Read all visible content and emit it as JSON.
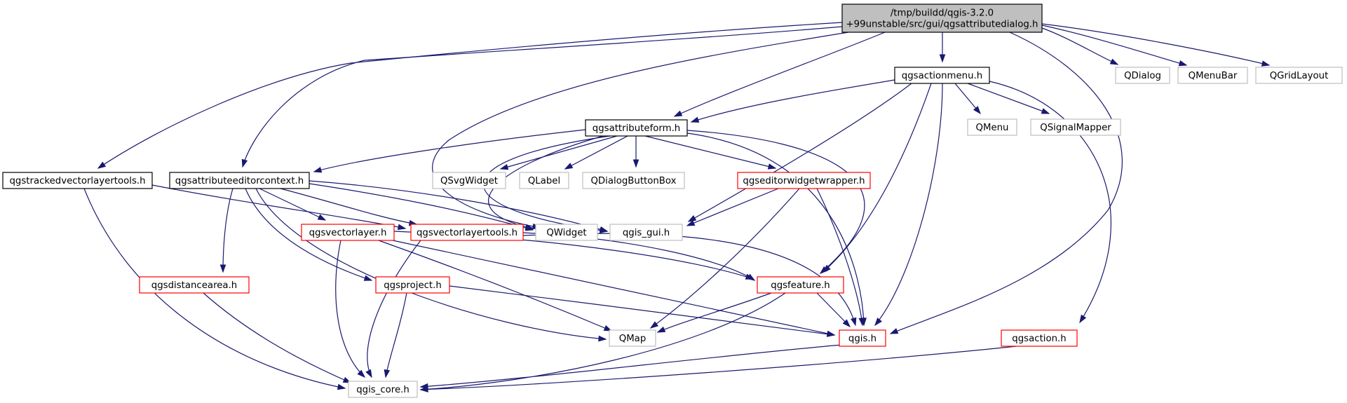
{
  "graph": {
    "colors": {
      "edge": "#191970",
      "root_fill": "#bfbfbf",
      "border_black": "#000000",
      "border_red": "#ff0000",
      "border_gray": "#bfbfbf"
    },
    "nodes": [
      {
        "id": "root",
        "lines": [
          "/tmp/buildd/qgis-3.2.0",
          "+99unstable/src/gui/qgsattributedialog.h"
        ],
        "style": "root"
      },
      {
        "id": "actionmenu",
        "lines": [
          "qgsactionmenu.h"
        ],
        "style": "black"
      },
      {
        "id": "qdialog",
        "lines": [
          "QDialog"
        ],
        "style": "gray"
      },
      {
        "id": "qmenubar",
        "lines": [
          "QMenuBar"
        ],
        "style": "gray"
      },
      {
        "id": "qgridlayout",
        "lines": [
          "QGridLayout"
        ],
        "style": "gray"
      },
      {
        "id": "attributeform",
        "lines": [
          "qgsattributeform.h"
        ],
        "style": "black"
      },
      {
        "id": "qmenu",
        "lines": [
          "QMenu"
        ],
        "style": "gray"
      },
      {
        "id": "qsignalmapper",
        "lines": [
          "QSignalMapper"
        ],
        "style": "gray"
      },
      {
        "id": "trackedvlt",
        "lines": [
          "qgstrackedvectorlayertools.h"
        ],
        "style": "black"
      },
      {
        "id": "editorcontext",
        "lines": [
          "qgsattributeeditorcontext.h"
        ],
        "style": "black"
      },
      {
        "id": "qsvgwidget",
        "lines": [
          "QSvgWidget"
        ],
        "style": "gray"
      },
      {
        "id": "qlabel",
        "lines": [
          "QLabel"
        ],
        "style": "gray"
      },
      {
        "id": "qdialogbuttonbox",
        "lines": [
          "QDialogButtonBox"
        ],
        "style": "gray"
      },
      {
        "id": "editorwidgetwrapper",
        "lines": [
          "qgseditorwidgetwrapper.h"
        ],
        "style": "red"
      },
      {
        "id": "vectorlayer",
        "lines": [
          "qgsvectorlayer.h"
        ],
        "style": "red"
      },
      {
        "id": "vectorlayertools",
        "lines": [
          "qgsvectorlayertools.h"
        ],
        "style": "red"
      },
      {
        "id": "qwidget",
        "lines": [
          "QWidget"
        ],
        "style": "gray"
      },
      {
        "id": "qgisgui",
        "lines": [
          "qgis_gui.h"
        ],
        "style": "gray"
      },
      {
        "id": "distancearea",
        "lines": [
          "qgsdistancearea.h"
        ],
        "style": "red"
      },
      {
        "id": "project",
        "lines": [
          "qgsproject.h"
        ],
        "style": "red"
      },
      {
        "id": "feature",
        "lines": [
          "qgsfeature.h"
        ],
        "style": "red"
      },
      {
        "id": "qmap",
        "lines": [
          "QMap"
        ],
        "style": "gray"
      },
      {
        "id": "qgis",
        "lines": [
          "qgis.h"
        ],
        "style": "red"
      },
      {
        "id": "action",
        "lines": [
          "qgsaction.h"
        ],
        "style": "red"
      },
      {
        "id": "qgiscore",
        "lines": [
          "qgis_core.h"
        ],
        "style": "gray"
      }
    ],
    "edges": [
      {
        "from": "root",
        "to": "actionmenu"
      },
      {
        "from": "root",
        "to": "qdialog"
      },
      {
        "from": "root",
        "to": "qmenubar"
      },
      {
        "from": "root",
        "to": "qgridlayout"
      },
      {
        "from": "root",
        "to": "attributeform"
      },
      {
        "from": "root",
        "to": "trackedvlt"
      },
      {
        "from": "root",
        "to": "editorcontext"
      },
      {
        "from": "root",
        "to": "qwidget"
      },
      {
        "from": "root",
        "to": "qgis"
      },
      {
        "from": "actionmenu",
        "to": "attributeform"
      },
      {
        "from": "actionmenu",
        "to": "qmenu"
      },
      {
        "from": "actionmenu",
        "to": "qsignalmapper"
      },
      {
        "from": "actionmenu",
        "to": "qgisgui"
      },
      {
        "from": "actionmenu",
        "to": "feature"
      },
      {
        "from": "actionmenu",
        "to": "qgis"
      },
      {
        "from": "actionmenu",
        "to": "action"
      },
      {
        "from": "attributeform",
        "to": "editorcontext"
      },
      {
        "from": "attributeform",
        "to": "qsvgwidget"
      },
      {
        "from": "attributeform",
        "to": "qlabel"
      },
      {
        "from": "attributeform",
        "to": "qdialogbuttonbox"
      },
      {
        "from": "attributeform",
        "to": "editorwidgetwrapper"
      },
      {
        "from": "attributeform",
        "to": "qwidget"
      },
      {
        "from": "attributeform",
        "to": "qgisgui"
      },
      {
        "from": "attributeform",
        "to": "feature"
      },
      {
        "from": "attributeform",
        "to": "qgis"
      },
      {
        "from": "trackedvlt",
        "to": "vectorlayertools"
      },
      {
        "from": "trackedvlt",
        "to": "qgiscore"
      },
      {
        "from": "editorcontext",
        "to": "vectorlayer"
      },
      {
        "from": "editorcontext",
        "to": "vectorlayertools"
      },
      {
        "from": "editorcontext",
        "to": "qwidget"
      },
      {
        "from": "editorcontext",
        "to": "qgisgui"
      },
      {
        "from": "editorcontext",
        "to": "distancearea"
      },
      {
        "from": "editorcontext",
        "to": "project"
      },
      {
        "from": "editorcontext",
        "to": "qmap"
      },
      {
        "from": "editorwidgetwrapper",
        "to": "qgisgui"
      },
      {
        "from": "editorwidgetwrapper",
        "to": "qmap"
      },
      {
        "from": "editorwidgetwrapper",
        "to": "qgis"
      },
      {
        "from": "vectorlayer",
        "to": "feature"
      },
      {
        "from": "vectorlayer",
        "to": "qmap"
      },
      {
        "from": "vectorlayer",
        "to": "qgis"
      },
      {
        "from": "vectorlayer",
        "to": "qgiscore"
      },
      {
        "from": "vectorlayertools",
        "to": "feature"
      },
      {
        "from": "vectorlayertools",
        "to": "qgis"
      },
      {
        "from": "vectorlayertools",
        "to": "qgiscore"
      },
      {
        "from": "distancearea",
        "to": "qgiscore"
      },
      {
        "from": "project",
        "to": "qgis"
      },
      {
        "from": "project",
        "to": "qgiscore"
      },
      {
        "from": "feature",
        "to": "qmap"
      },
      {
        "from": "feature",
        "to": "qgis"
      },
      {
        "from": "feature",
        "to": "qgiscore"
      },
      {
        "from": "qgis",
        "to": "qgiscore"
      },
      {
        "from": "action",
        "to": "qgiscore"
      }
    ]
  }
}
